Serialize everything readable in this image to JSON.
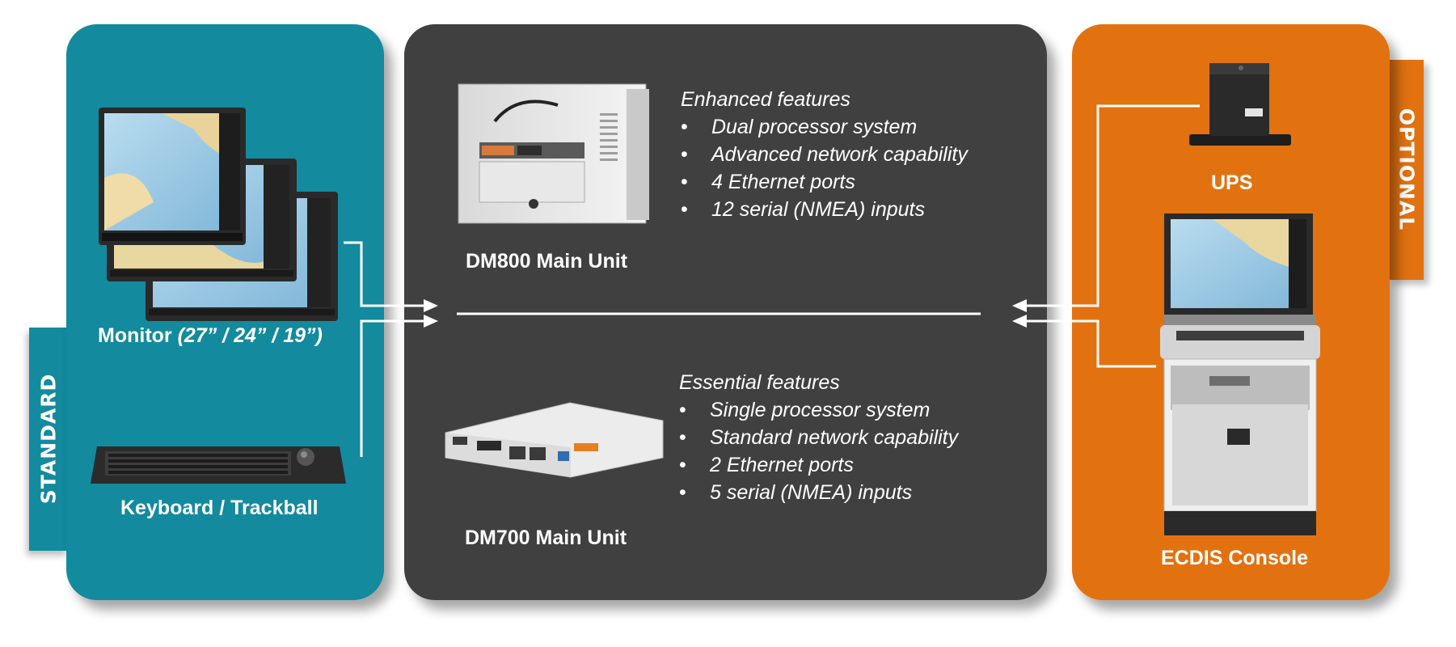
{
  "side_tabs": {
    "standard": "STANDARD",
    "optional": "OPTIONAL"
  },
  "standard": {
    "monitor_label": "Monitor",
    "monitor_sizes": "(27” / 24” / 19”)",
    "keyboard_label": "Keyboard / Trackball"
  },
  "main_units": {
    "dm800": {
      "label": "DM800 Main Unit",
      "features_title": "Enhanced features",
      "features": [
        "Dual processor system",
        "Advanced network capability",
        "4 Ethernet ports",
        "12 serial (NMEA) inputs"
      ]
    },
    "dm700": {
      "label": "DM700 Main Unit",
      "features_title": "Essential features",
      "features": [
        "Single processor system",
        "Standard network capability",
        "2 Ethernet ports",
        "5 serial (NMEA) inputs"
      ]
    }
  },
  "optional": {
    "ups_label": "UPS",
    "console_label": "ECDIS Console"
  },
  "colors": {
    "standard_panel": "#138a9e",
    "main_panel": "#404040",
    "optional_panel": "#e27210"
  }
}
